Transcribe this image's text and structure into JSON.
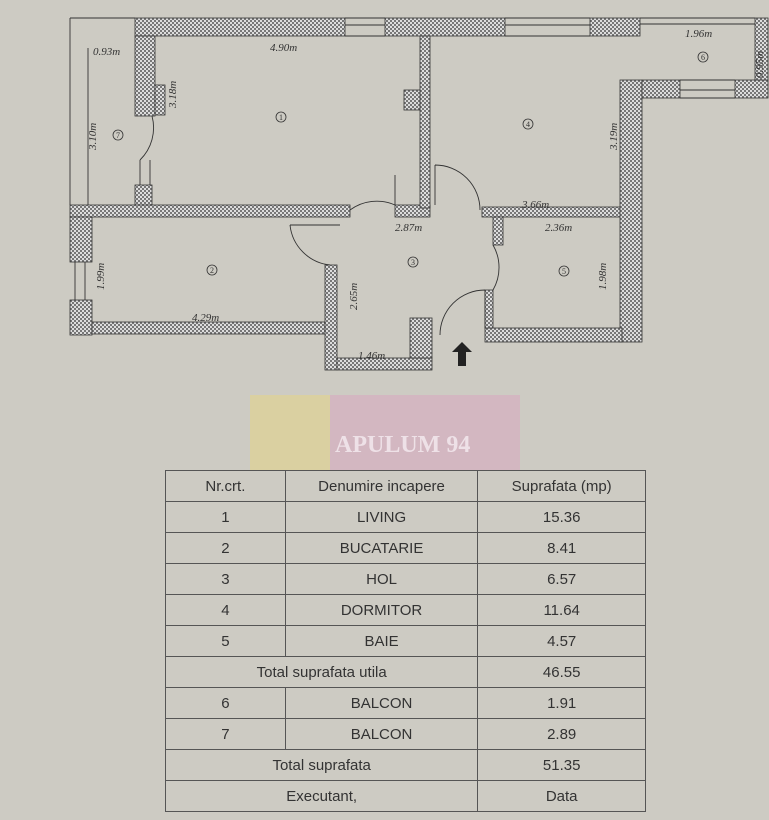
{
  "watermark": "APULUM 94",
  "plan": {
    "dimensions": {
      "living_w": "4.90m",
      "living_h": "3.18m",
      "balcony7_w": "0.93m",
      "balcony7_h": "3.10m",
      "balcony6_w": "1.96m",
      "balcony6_h": "0.95m",
      "dormitor_h": "3.19m",
      "dormitor_w": "3.66m",
      "hol_w": "2.87m",
      "hol_h": "2.65m",
      "hol_bottom": "1.46m",
      "baie_w": "2.36m",
      "baie_h": "1.98m",
      "kitchen_h": "1.99m",
      "kitchen_w": "4.29m"
    },
    "room_numbers": [
      "1",
      "2",
      "3",
      "4",
      "5",
      "6",
      "7"
    ]
  },
  "table": {
    "headers": [
      "Nr.crt.",
      "Denumire incapere",
      "Suprafata (mp)"
    ],
    "rows": [
      {
        "nr": "1",
        "name": "LIVING",
        "area": "15.36"
      },
      {
        "nr": "2",
        "name": "BUCATARIE",
        "area": "8.41"
      },
      {
        "nr": "3",
        "name": "HOL",
        "area": "6.57"
      },
      {
        "nr": "4",
        "name": "DORMITOR",
        "area": "11.64"
      },
      {
        "nr": "5",
        "name": "BAIE",
        "area": "4.57"
      }
    ],
    "total_utila": {
      "label": "Total suprafata utila",
      "area": "46.55"
    },
    "balcony_rows": [
      {
        "nr": "6",
        "name": "BALCON",
        "area": "1.91"
      },
      {
        "nr": "7",
        "name": "BALCON",
        "area": "2.89"
      }
    ],
    "total": {
      "label": "Total suprafata",
      "area": "51.35"
    },
    "footer": {
      "left": "Executant,",
      "right": "Data"
    }
  }
}
